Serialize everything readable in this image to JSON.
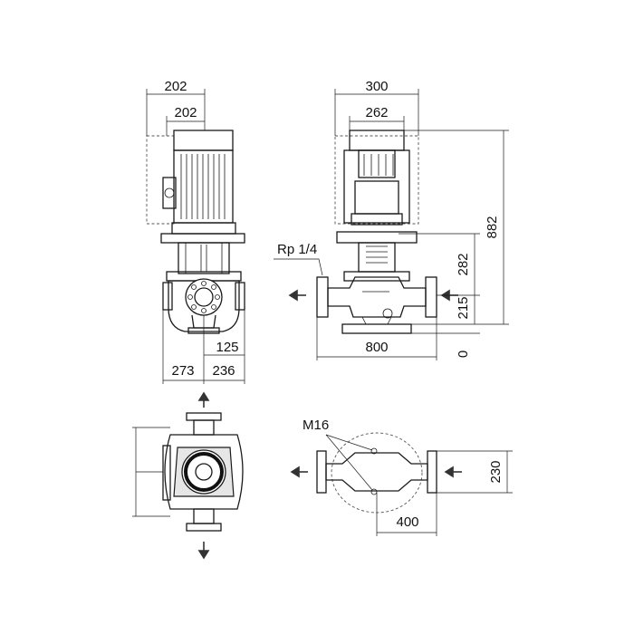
{
  "dimensions": {
    "front_width_outer": "202",
    "front_width_inner": "202",
    "front_offset": "125",
    "front_left": "273",
    "front_right": "236",
    "side_width_outer": "300",
    "side_width_inner": "262",
    "side_height_total": "882",
    "side_height_upper": "282",
    "side_height_axis": "215",
    "side_height_base": "0",
    "side_length": "800",
    "top_width": "400",
    "top_height": "230"
  },
  "labels": {
    "port_thread": "Rp 1/4",
    "bolt_size": "M16"
  },
  "colors": {
    "line": "#1a1a1a",
    "dashed": "#555555",
    "arrow": "#333333"
  }
}
